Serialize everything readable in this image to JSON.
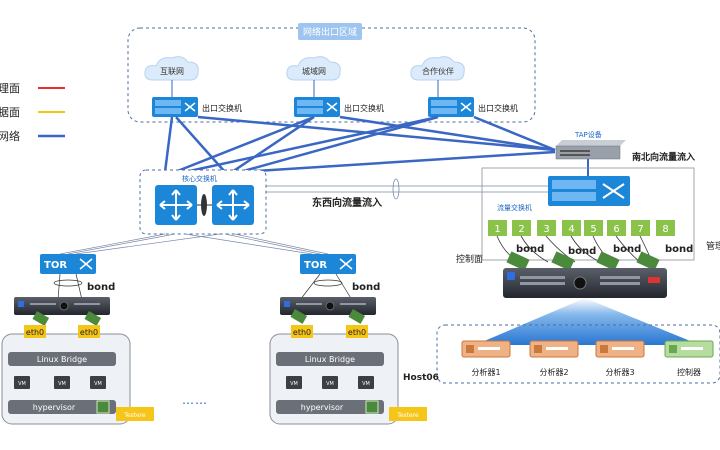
{
  "legend": {
    "items": [
      {
        "label": "理面",
        "color": "#e8312f"
      },
      {
        "label": "据面",
        "color": "#f5c518"
      },
      {
        "label": "网络",
        "color": "#3a66c4"
      }
    ]
  },
  "egress_region": {
    "title": "网络出口区域",
    "clouds": [
      "互联网",
      "城域网",
      "合作伙伴"
    ],
    "switch_label": "出口交换机"
  },
  "core": {
    "label": "核心交换机"
  },
  "east_west_label": "东西向流量流入",
  "north_south_label": "南北向流量流入",
  "tap_label": "TAP设备",
  "flow_switch_label": "流量交换机",
  "ports": [
    "1",
    "2",
    "3",
    "4",
    "5",
    "6",
    "7",
    "8"
  ],
  "bond_label": "bond",
  "control_plane_label": "控制面",
  "mgmt_label": "管理",
  "tor_label": "TOR",
  "hosts": [
    {
      "nic1": "eth0",
      "nic2": "eth0",
      "bridge": "Linux Bridge",
      "vm": "VM",
      "hypervisor": "hypervisor",
      "tag": "Testere"
    },
    {
      "nic1": "eth0",
      "nic2": "eth0",
      "bridge": "Linux Bridge",
      "vm": "VM",
      "hypervisor": "hypervisor",
      "tag": "Testere"
    }
  ],
  "host06_label": "Host06",
  "analyzers": [
    "分析器1",
    "分析器2",
    "分析器3",
    "控制器"
  ],
  "colors": {
    "blue": "#3a66c4",
    "switch_blue": "#1c86d9",
    "green": "#8bc34a",
    "gray_panel": "#eef1f5",
    "yellow": "#f5c518"
  }
}
